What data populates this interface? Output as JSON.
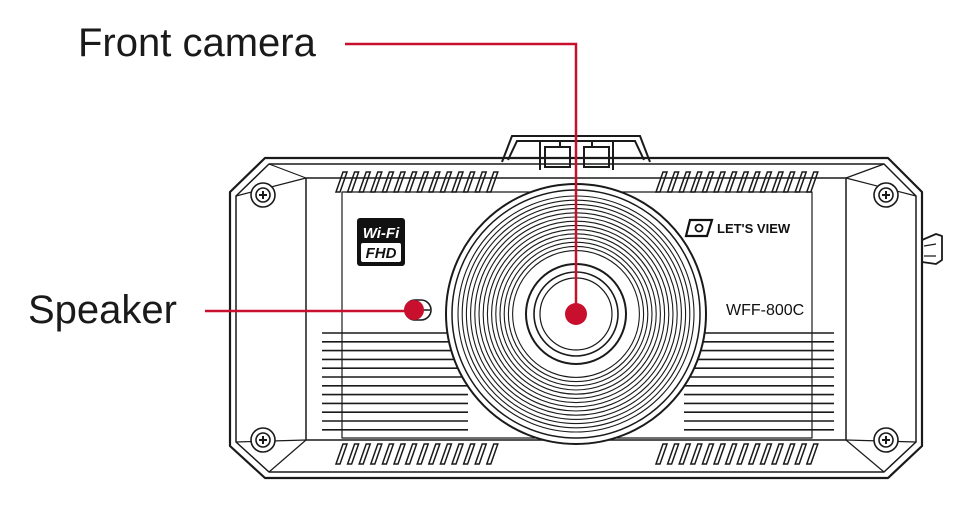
{
  "callouts": {
    "front_camera": "Front camera",
    "speaker": "Speaker"
  },
  "device": {
    "brand": "LET'S VIEW",
    "model": "WFF-800C",
    "badges": {
      "wifi": "Wi-Fi",
      "fhd": "FHD"
    }
  },
  "colors": {
    "callout": "#c8102e",
    "outline": "#1a1a1a",
    "background": "#ffffff"
  },
  "icons": {
    "brand_logo": "camera-logo-icon",
    "screws": "screw-icon"
  }
}
